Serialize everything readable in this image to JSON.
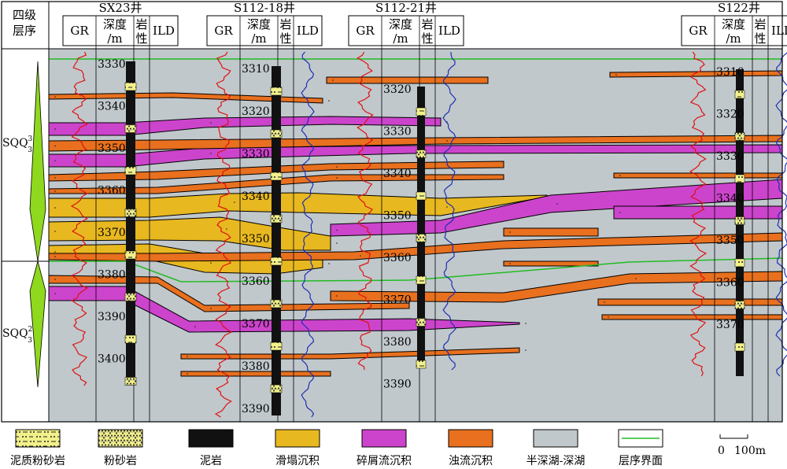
{
  "chart_data": {
    "type": "diagram",
    "left_header": "四级\n层序",
    "sequences": [
      {
        "name": "SQQ",
        "sup": "3",
        "sub": "3"
      },
      {
        "name": "SQQ",
        "sup": "2",
        "sub": "3"
      }
    ],
    "column_labels": {
      "gr": "GR",
      "depth": "深度\n/m",
      "litho": "岩\n性",
      "ild": "ILD"
    },
    "wells": [
      {
        "name": "SX23井",
        "depths": [
          "3330",
          "3340",
          "3350",
          "3360",
          "3370",
          "3380",
          "3390",
          "3400"
        ]
      },
      {
        "name": "S112-18井",
        "depths": [
          "3310",
          "3320",
          "3330",
          "3340",
          "3350",
          "3360",
          "3370",
          "3380",
          "3390"
        ]
      },
      {
        "name": "S112-21井",
        "depths": [
          "3320",
          "3330",
          "3340",
          "3350",
          "3360",
          "3370",
          "3380",
          "3390"
        ]
      },
      {
        "name": "S122井",
        "depths": [
          "3310",
          "3320",
          "3330",
          "3340",
          "3350",
          "3360",
          "3370"
        ]
      }
    ],
    "legend": [
      {
        "label": "泥质粉砂岩",
        "kind": "muddy"
      },
      {
        "label": "粉砂岩",
        "kind": "silt"
      },
      {
        "label": "泥岩",
        "kind": "mud"
      },
      {
        "label": "滑塌沉积",
        "kind": "slump",
        "color": "#e8b820"
      },
      {
        "label": "碎屑流沉积",
        "kind": "debris",
        "color": "#cc44cc"
      },
      {
        "label": "浊流沉积",
        "kind": "turbid",
        "color": "#e8701e"
      },
      {
        "label": "半深湖-深湖",
        "kind": "lake",
        "color": "#c0c8cc"
      },
      {
        "label": "层序界面",
        "kind": "boundary",
        "color": "#22bb22"
      }
    ],
    "scale": {
      "zero": "0",
      "end": "100m"
    }
  }
}
